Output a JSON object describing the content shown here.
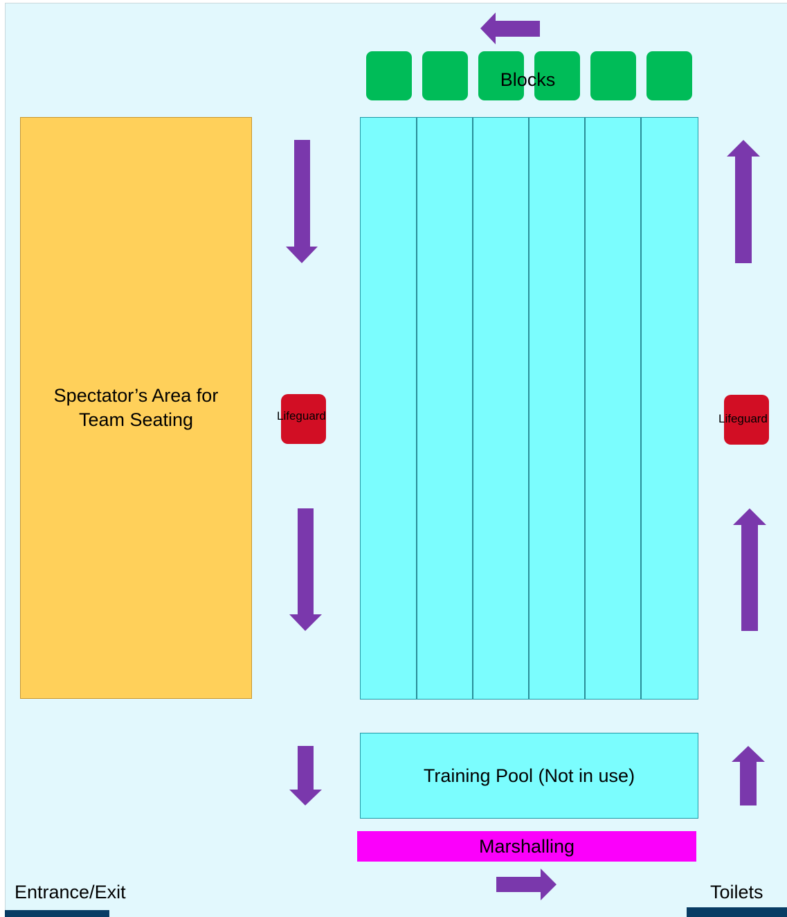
{
  "diagram": {
    "spectator_area": {
      "label": "Spectator’s Area for\nTeam Seating"
    },
    "blocks": {
      "label": "Blocks",
      "count": 6
    },
    "main_pool": {
      "lanes": 6
    },
    "training_pool": {
      "label": "Training Pool (Not in use)"
    },
    "marshalling": {
      "label": "Marshalling"
    },
    "lifeguards": [
      {
        "label": "Lifeguard"
      },
      {
        "label": "Lifeguard"
      }
    ],
    "corners": {
      "entrance": "Entrance/Exit",
      "toilets": "Toilets"
    },
    "arrows": [
      {
        "name": "arrow-left-top",
        "direction": "left"
      },
      {
        "name": "arrow-down-upper",
        "direction": "down"
      },
      {
        "name": "arrow-down-middle",
        "direction": "down"
      },
      {
        "name": "arrow-down-lower",
        "direction": "down"
      },
      {
        "name": "arrow-right-bottom",
        "direction": "right"
      },
      {
        "name": "arrow-up-lower",
        "direction": "up"
      },
      {
        "name": "arrow-up-middle",
        "direction": "up"
      },
      {
        "name": "arrow-up-upper",
        "direction": "up"
      }
    ],
    "colors": {
      "background": "#e2f8fd",
      "spectator_area": "#ffd05a",
      "pool": "#7bfdfe",
      "pool_border": "#1f98a4",
      "blocks": "#00bc58",
      "lifeguard": "#d20e24",
      "marshalling": "#fb00fb",
      "arrow": "#7a38ac",
      "corner_bar": "#083c64"
    }
  }
}
